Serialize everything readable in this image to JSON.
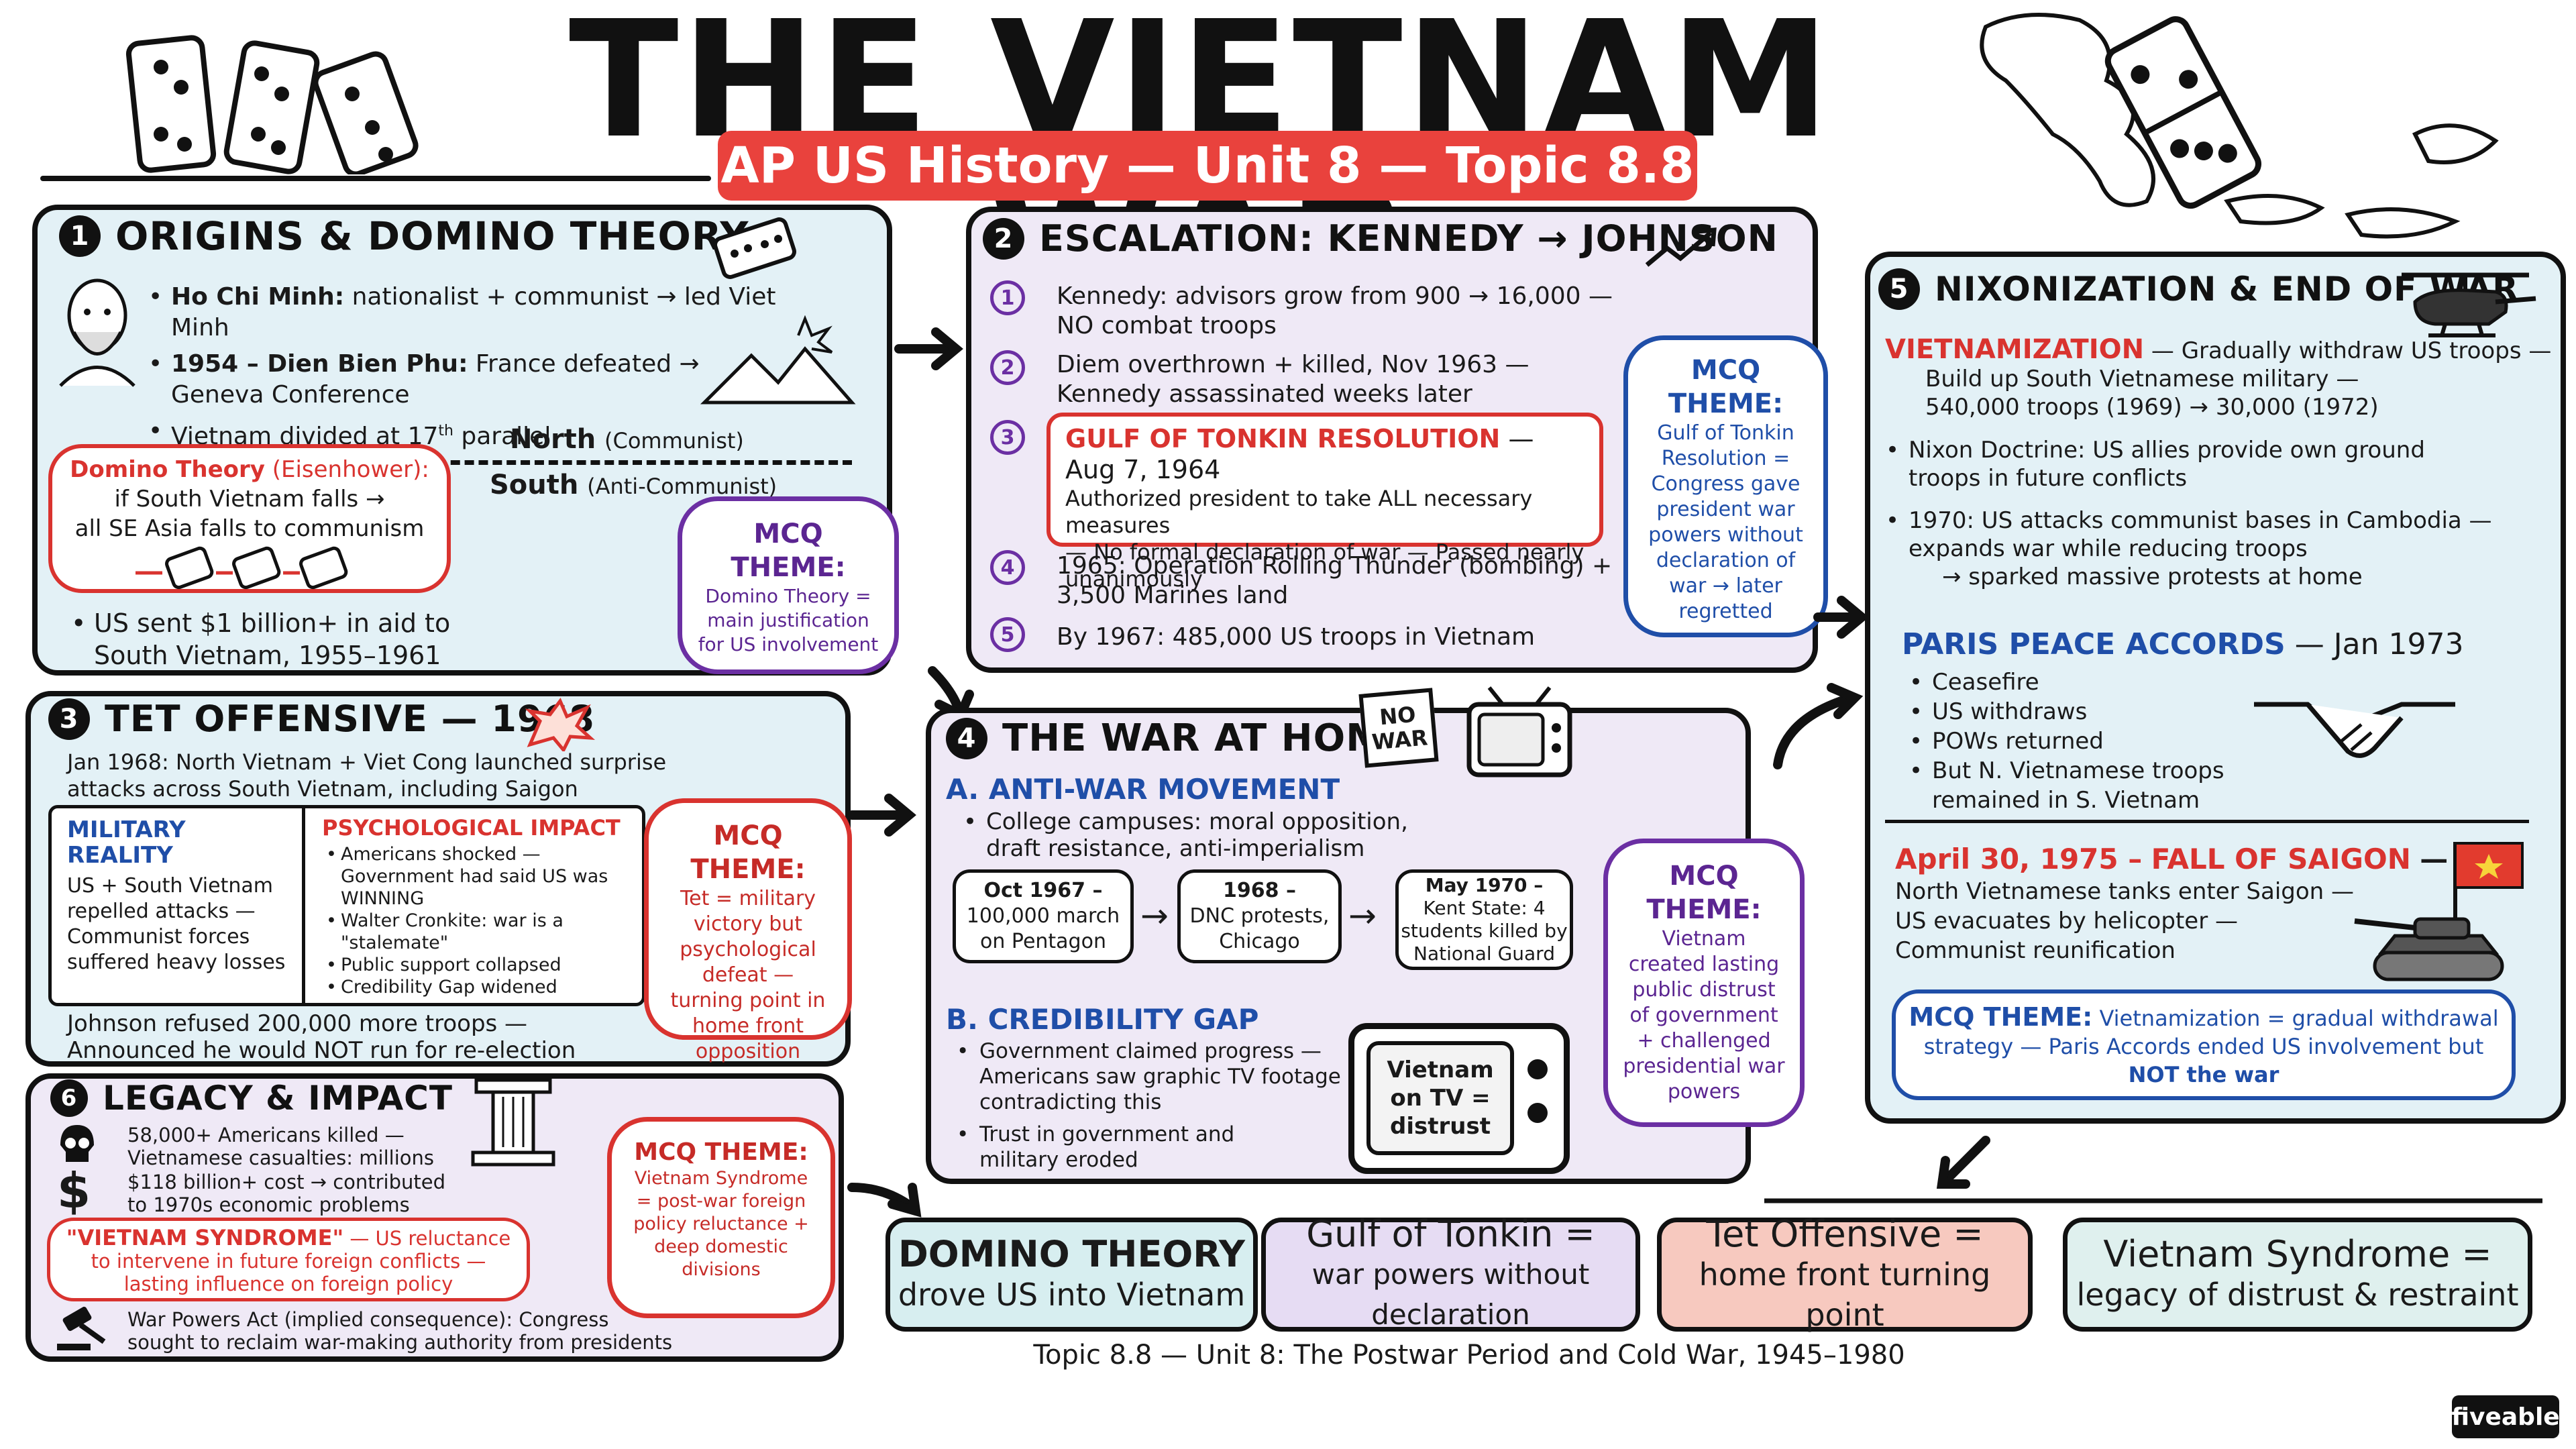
{
  "header": {
    "title": "THE VIETNAM WAR",
    "subtitle": "AP US History — Unit 8 — Topic 8.8"
  },
  "colors": {
    "red": "#d9332f",
    "purple": "#6b2fa3",
    "blue": "#1f4ea8",
    "panel_blue": "#e3f1f6",
    "panel_lavender": "#efe9f6",
    "summary_teal": "#d7eef0",
    "summary_lavender": "#e6dcf3",
    "summary_salmon": "#f7c9bf",
    "summary_aqua": "#dff0ee"
  },
  "panel1": {
    "number": "1",
    "title": "ORIGINS & DOMINO THEORY",
    "b1_name": "Ho Chi Minh:",
    "b1_rest": "nationalist + communist → led Viet Minh",
    "b2_name": "1954 – Dien Bien Phu:",
    "b2_rest": "France defeated →",
    "b2_line2": "Geneva Conference",
    "b3_pre": "Vietnam divided at 17",
    "b3_sup": "th",
    "b3_post": " parallel",
    "north": "North",
    "north_paren": "(Communist)",
    "south": "South",
    "south_paren": "(Anti-Communist)",
    "domino_title": "Domino Theory",
    "domino_by": "(Eisenhower):",
    "domino_l1": "if South Vietnam falls →",
    "domino_l2": "all SE Asia falls to communism",
    "aid_l1": "US sent $1 billion+ in aid to",
    "aid_l2": "South Vietnam, 1955–1961"
  },
  "mcq1": {
    "head": "MCQ THEME:",
    "body": "Domino Theory = main justification for US involvement"
  },
  "panel2": {
    "number": "2",
    "title": "ESCALATION: KENNEDY → JOHNSON",
    "s1_l1": "Kennedy: advisors grow from 900 → 16,000 —",
    "s1_l2": "NO combat troops",
    "s2_l1": "Diem overthrown + killed, Nov 1963 —",
    "s2_l2": "Kennedy assassinated weeks later",
    "s3_title": "GULF OF TONKIN RESOLUTION",
    "s3_date": "— Aug 7, 1964",
    "s3_l1": "Authorized president to take ALL necessary measures",
    "s3_l2": "— No formal declaration of war — Passed nearly",
    "s3_l3": "unanimously",
    "s4_l1": "1965: Operation Rolling Thunder (bombing) +",
    "s4_l2": "3,500 Marines land",
    "s5_l1": "By 1967: 485,000 US troops in Vietnam",
    "steps": [
      "1",
      "2",
      "3",
      "4",
      "5"
    ]
  },
  "mcq2": {
    "head": "MCQ THEME:",
    "body": "Gulf of Tonkin Resolution = Congress gave president war powers without declaration of war → later regretted"
  },
  "panel3": {
    "number": "3",
    "title": "TET OFFENSIVE — 1968",
    "intro_l1": "Jan 1968: North Vietnam + Viet Cong launched surprise",
    "intro_l2": "attacks across South Vietnam, including Saigon",
    "mil_title": "MILITARY REALITY",
    "mil_body": "US + South Vietnam repelled attacks — Communist forces suffered heavy losses",
    "psy_title": "PSYCHOLOGICAL IMPACT",
    "psy_items": [
      "Americans shocked — Government had said US was WINNING",
      "Walter Cronkite: war is a \"stalemate\"",
      "Public support collapsed",
      "Credibility Gap widened"
    ],
    "end_l1": "Johnson refused 200,000 more troops —",
    "end_l2": "Announced he would NOT run for re-election"
  },
  "mcq3": {
    "head": "MCQ THEME:",
    "body": "Tet = military victory but psychological defeat — turning point in home front opposition"
  },
  "panel4": {
    "number": "4",
    "title": "THE WAR AT HOME",
    "sign": "NO WAR",
    "a_title": "A. ANTI-WAR MOVEMENT",
    "a_b1_l1": "College campuses: moral opposition,",
    "a_b1_l2": "draft resistance, anti-imperialism",
    "timeline": [
      {
        "date": "Oct 1967 –",
        "text": "100,000 march on Pentagon"
      },
      {
        "date": "1968 –",
        "text": "DNC protests, Chicago"
      },
      {
        "date": "May 1970 –",
        "text": "Kent State: 4 students killed by National Guard"
      }
    ],
    "b_title": "B. CREDIBILITY GAP",
    "b_b1_l1": "Government claimed progress —",
    "b_b1_l2": "Americans saw graphic TV footage",
    "b_b1_l3": "contradicting this",
    "b_b2_l1": "Trust in government and",
    "b_b2_l2": "military eroded",
    "tv_text": "Vietnam on TV = distrust"
  },
  "mcq4": {
    "head": "MCQ THEME:",
    "body": "Vietnam created lasting public distrust of government + challenged presidential war powers"
  },
  "panel5": {
    "number": "5",
    "title": "NIXONIZATION & END OF WAR",
    "v_title": "VIETNAMIZATION",
    "v_l1": "— Gradually withdraw US troops —",
    "v_l2": "Build up South Vietnamese military —",
    "v_l3": "540,000 troops (1969) → 30,000 (1972)",
    "nd_l1": "Nixon Doctrine: US allies provide own ground",
    "nd_l2": "troops in future conflicts",
    "c_l1": "1970: US attacks communist bases in Cambodia —",
    "c_l2": "expands war while reducing troops",
    "c_l3": "→ sparked massive protests at home",
    "paris_title": "PARIS PEACE ACCORDS",
    "paris_date": "— Jan 1973",
    "paris_items": [
      "Ceasefire",
      "US withdraws",
      "POWs returned",
      "But N. Vietnamese troops remained in S. Vietnam"
    ],
    "saigon_date": "April 30, 1975 –",
    "saigon_title": "FALL OF SAIGON",
    "saigon_dash": "—",
    "saigon_l1": "North Vietnamese tanks enter Saigon —",
    "saigon_l2": "US evacuates by helicopter —",
    "saigon_l3": "Communist reunification",
    "mcq_head": "MCQ THEME:",
    "mcq_l1": "Vietnamization = gradual withdrawal",
    "mcq_l2": "strategy — Paris Accords ended US involvement but",
    "mcq_l3": "NOT the war"
  },
  "panel6": {
    "number": "6",
    "title": "LEGACY & IMPACT",
    "k_l1": "58,000+ Americans killed —",
    "k_l2": "Vietnamese casualties: millions",
    "c_l1": "$118 billion+ cost → contributed",
    "c_l2": "to 1970s economic problems",
    "vs_title": "\"VIETNAM SYNDROME\"",
    "vs_rest": "— US reluctance",
    "vs_l2": "to intervene in future foreign conflicts —",
    "vs_l3": "lasting influence on foreign policy",
    "wp_l1": "War Powers Act (implied consequence): Congress",
    "wp_l2": "sought to reclaim war-making authority from presidents"
  },
  "mcq6": {
    "head": "MCQ THEME:",
    "body": "Vietnam Syndrome = post-war foreign policy reluctance + deep domestic divisions"
  },
  "summary": [
    {
      "l1": "DOMINO THEORY",
      "l2": "drove US into Vietnam"
    },
    {
      "l1": "Gulf of Tonkin =",
      "l2": "war powers without declaration"
    },
    {
      "l1": "Tet Offensive =",
      "l2": "home front turning point"
    },
    {
      "l1": "Vietnam Syndrome =",
      "l2": "legacy of distrust & restraint"
    }
  ],
  "footer": "Topic 8.8 — Unit 8: The Postwar Period and Cold War, 1945–1980",
  "brand": "fiveable"
}
